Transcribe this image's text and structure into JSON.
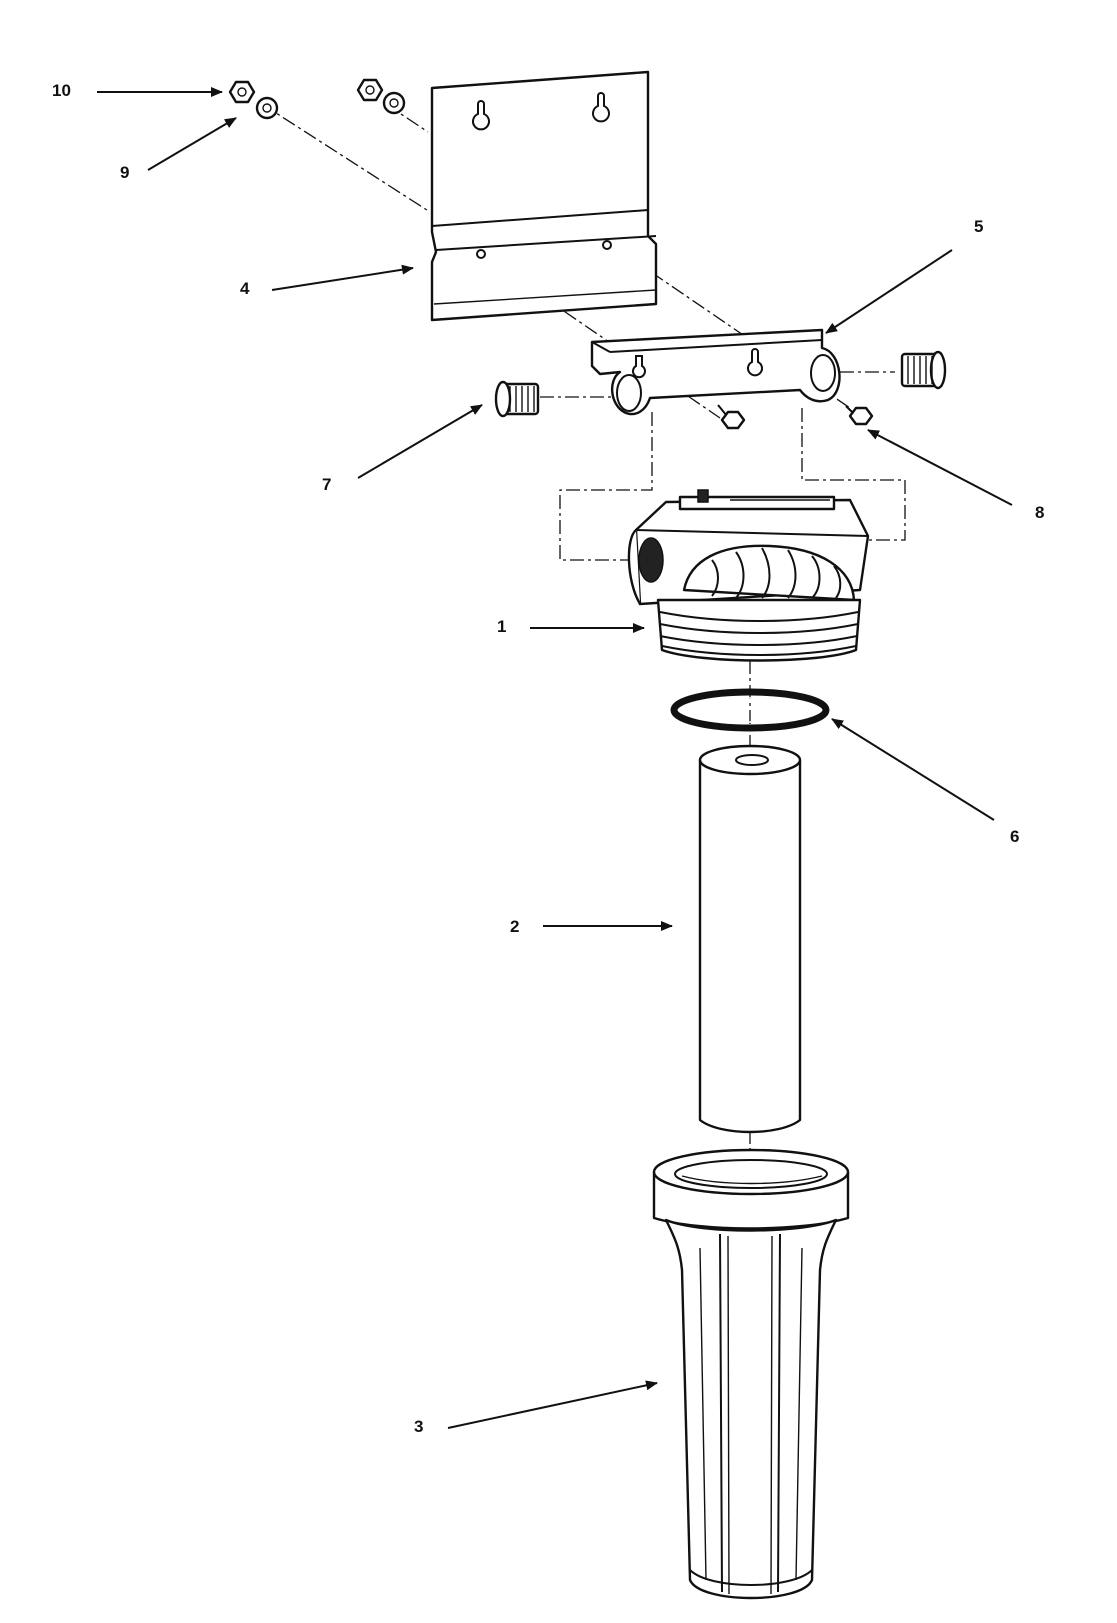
{
  "diagram": {
    "type": "exploded-parts-view",
    "callouts": [
      {
        "id": "callout-1",
        "label": "1",
        "part": "filter-head"
      },
      {
        "id": "callout-2",
        "label": "2",
        "part": "filter-cartridge"
      },
      {
        "id": "callout-3",
        "label": "3",
        "part": "filter-housing-sump"
      },
      {
        "id": "callout-4",
        "label": "4",
        "part": "wall-mounting-plate"
      },
      {
        "id": "callout-5",
        "label": "5",
        "part": "head-bracket"
      },
      {
        "id": "callout-6",
        "label": "6",
        "part": "o-ring"
      },
      {
        "id": "callout-7",
        "label": "7",
        "part": "pipe-fitting-left"
      },
      {
        "id": "callout-8",
        "label": "8",
        "part": "bracket-screw"
      },
      {
        "id": "callout-9",
        "label": "9",
        "part": "lock-washer"
      },
      {
        "id": "callout-10",
        "label": "10",
        "part": "hex-nut"
      }
    ]
  },
  "colors": {
    "ink": "#111111",
    "paper": "#ffffff"
  }
}
